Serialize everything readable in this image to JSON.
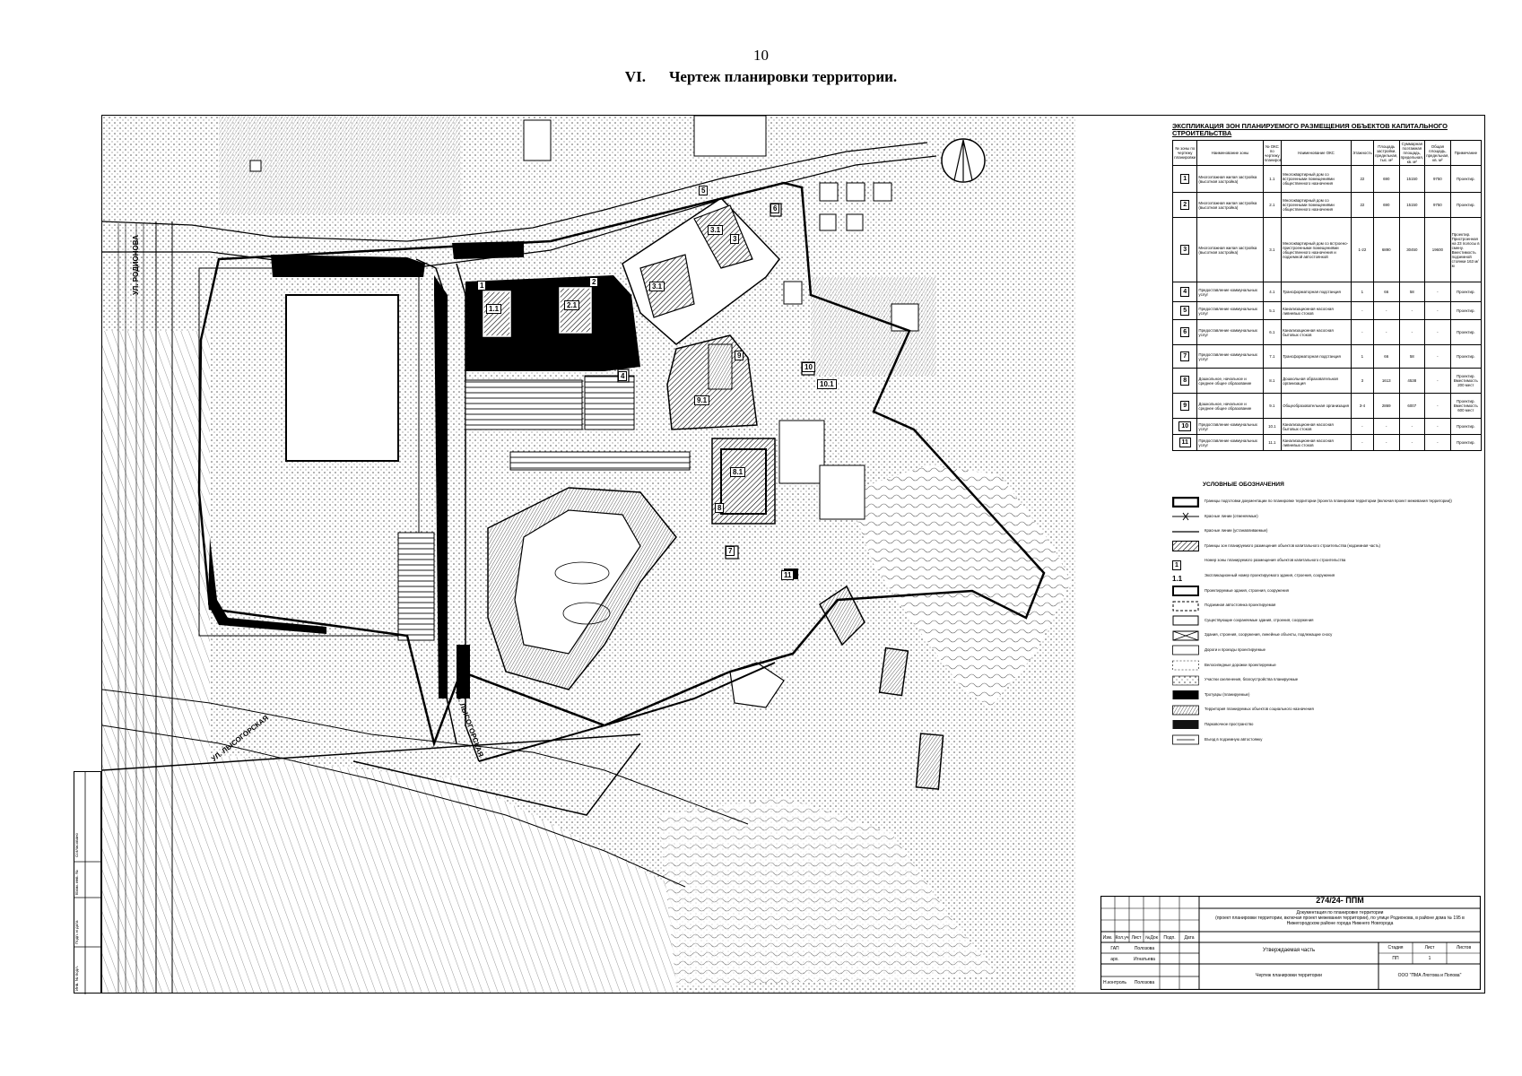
{
  "page": {
    "number": "10",
    "title_number": "VI.",
    "title_text": "Чертеж планировки территории."
  },
  "map": {
    "streets": [
      {
        "name": "УЛ. РОДИОНОВА"
      },
      {
        "name": "УЛ. ЛЫСОГОРСКАЯ"
      },
      {
        "name": "УЛ. ЛЫСОГОРСКАЯ"
      }
    ],
    "zone_labels": [
      "1",
      "2",
      "3",
      "4",
      "5",
      "6",
      "7",
      "8",
      "9",
      "10",
      "11"
    ],
    "building_labels": [
      "1.1",
      "2.1",
      "3.1",
      "3.1",
      "9.1",
      "8.1",
      "10.1"
    ]
  },
  "explication": {
    "title": "ЭКСПЛИКАЦИЯ  ЗОН ПЛАНИРУЕМОГО РАЗМЕЩЕНИЯ ОБЪЕКТОВ КАПИТАЛЬНОГО СТРОИТЕЛЬСТВА",
    "headers": [
      "№ зоны по чертежу планировки",
      "Наименование зоны",
      "№ ОКС по чертежу планировки",
      "Наименование ОКС",
      "Этажность",
      "Площадь застройки, предельная, тыс. м²",
      "Суммарная поэтажная площадь, предельная, кв. м²",
      "Общая площадь, предельная, кв. м²",
      "Примечание"
    ],
    "rows": [
      {
        "zone": "1",
        "name": "Многоэтажная жилая застройка (высотная застройка)",
        "oks": "1.1",
        "oks_name": "Многоквартирный дом со встроенными помещениями общественного назначения",
        "floors": "22",
        "area": "690",
        "total": "15150",
        "common": "9750",
        "note": "Проектир."
      },
      {
        "zone": "2",
        "name": "Многоэтажная жилая застройка (высотная застройка)",
        "oks": "2.1",
        "oks_name": "Многоквартирный дом со встроенными помещениями общественного назначения",
        "floors": "22",
        "area": "690",
        "total": "15150",
        "common": "9750",
        "note": "Проектир."
      },
      {
        "zone": "3",
        "name": "Многоэтажная жилая застройка (высотная застройка)",
        "oks": "3.1",
        "oks_name": "Многоквартирный дом со встроено-пристроенными помещениями общественного назначения и подземной автостоянкой",
        "floors": "1-22",
        "area": "6890",
        "total": "30450",
        "common": "19600",
        "note": "Проектир. Пристроенная на 23 полосы в смену. Вместимость подземной стоянки 163 м/м"
      },
      {
        "zone": "4",
        "name": "Предоставление коммунальных услуг",
        "oks": "4.1",
        "oks_name": "Трансформаторная подстанция",
        "floors": "1",
        "area": "66",
        "total": "58",
        "common": "-",
        "note": "Проектир."
      },
      {
        "zone": "5",
        "name": "Предоставление коммунальных услуг",
        "oks": "5.1",
        "oks_name": "Канализационная насосная ливневых стоков",
        "floors": "-",
        "area": "-",
        "total": "-",
        "common": "-",
        "note": "Проектир."
      },
      {
        "zone": "6",
        "name": "Предоставление коммунальных услуг",
        "oks": "6.1",
        "oks_name": "Канализационная насосная бытовых стоков",
        "floors": "-",
        "area": "-",
        "total": "-",
        "common": "-",
        "note": "Проектир."
      },
      {
        "zone": "7",
        "name": "Предоставление коммунальных услуг",
        "oks": "7.1",
        "oks_name": "Трансформаторная подстанция",
        "floors": "1",
        "area": "66",
        "total": "58",
        "common": "-",
        "note": "Проектир."
      },
      {
        "zone": "8",
        "name": "Дошкольное, начальное и среднее общее образование",
        "oks": "8.1",
        "oks_name": "Дошкольная образовательная организация",
        "floors": "3",
        "area": "1613",
        "total": "4538",
        "common": "-",
        "note": "Проектир. Вместимость 200 мест"
      },
      {
        "zone": "9",
        "name": "Дошкольное, начальное и среднее общее образование",
        "oks": "9.1",
        "oks_name": "Общеобразовательная организация",
        "floors": "3-4",
        "area": "2869",
        "total": "6007",
        "common": "-",
        "note": "Проектир. Вместимость 600 мест"
      },
      {
        "zone": "10",
        "name": "Предоставление коммунальных услуг",
        "oks": "10.1",
        "oks_name": "Канализационная насосная бытовых стоков",
        "floors": "-",
        "area": "-",
        "total": "-",
        "common": "-",
        "note": "Проектир."
      },
      {
        "zone": "11",
        "name": "Предоставление коммунальных услуг",
        "oks": "11.1",
        "oks_name": "Канализационная насосная ливневых стоков",
        "floors": "-",
        "area": "-",
        "total": "-",
        "common": "-",
        "note": "Проектир."
      }
    ]
  },
  "legend": {
    "title": "УСЛОВНЫЕ ОБОЗНАЧЕНИЯ",
    "items": [
      {
        "symbol": "boundary",
        "text": "Границы подготовки документации по планировке территории (проекта планировки территории (включая проект межевания территории))"
      },
      {
        "symbol": "red-line-cancel",
        "text": "Красные линии (отменяемые)"
      },
      {
        "symbol": "red-line-set",
        "text": "Красные линии (устанавливаемые)"
      },
      {
        "symbol": "hatch-zone",
        "text": "Границы зон планируемого размещения объектов капитального строительства (надземная часть)"
      },
      {
        "symbol": "zone-number",
        "label": "1",
        "text": "Номер зоны планируемого размещения объектов капитального строительства"
      },
      {
        "symbol": "expl-number",
        "label": "1.1",
        "text": "Экспликационный номер проектируемого здания, строения, сооружения"
      },
      {
        "symbol": "bold-rect",
        "text": "Проектируемые здания, строения, сооружения"
      },
      {
        "symbol": "dashed-rect",
        "text": "Подземная автостоянка проектируемая"
      },
      {
        "symbol": "thin-rect",
        "text": "Существующие сохраняемые здания, строения, сооружения"
      },
      {
        "symbol": "cross-rect",
        "text": "Здания, строения, сооружения, линейные объекты, подлежащие сносу"
      },
      {
        "symbol": "road",
        "text": "Дороги и проезды проектируемые"
      },
      {
        "symbol": "bike",
        "text": "Велосипедные дорожки проектируемые"
      },
      {
        "symbol": "green",
        "text": "Участки озеленения, благоустройства планируемые"
      },
      {
        "symbol": "sidewalk",
        "text": "Тротуары (планируемые)"
      },
      {
        "symbol": "social",
        "text": "Территория планируемых объектов социального назначения"
      },
      {
        "symbol": "parking",
        "text": "Парковочное пространство"
      },
      {
        "symbol": "entry",
        "text": "Въезд в подземную автостоянку"
      }
    ]
  },
  "stamp": {
    "code": "274/24- ППМ",
    "desc_1": "Документация по планировке территории",
    "desc_2": "(проект планировки территории, включая проект межевания территории), по улице Родионова, в районе дома № 195 в Нижегородском районе города Нижнего Новгорода",
    "part": "Утверждаемая часть",
    "sheet_title": "Чертеж планировки территории",
    "org": "ООО \"ПМА Ляхтова и Попова\"",
    "col_labels": [
      "Изм.",
      "Кол.уч",
      "Лист",
      "№Док",
      "Подп.",
      "Дата"
    ],
    "roles": [
      "ГАП",
      "арх.",
      "Н.контроль"
    ],
    "names": [
      "Полозова",
      "Игнатьева",
      "Полозова"
    ],
    "stage_headers": [
      "Стадия",
      "Лист",
      "Листов"
    ],
    "stage_values": [
      "ПП",
      "1",
      ""
    ]
  },
  "side_stamp": {
    "labels": [
      "Согласовано",
      "Взам. инв. №",
      "Подп. и дата",
      "Инв. № подл."
    ]
  }
}
